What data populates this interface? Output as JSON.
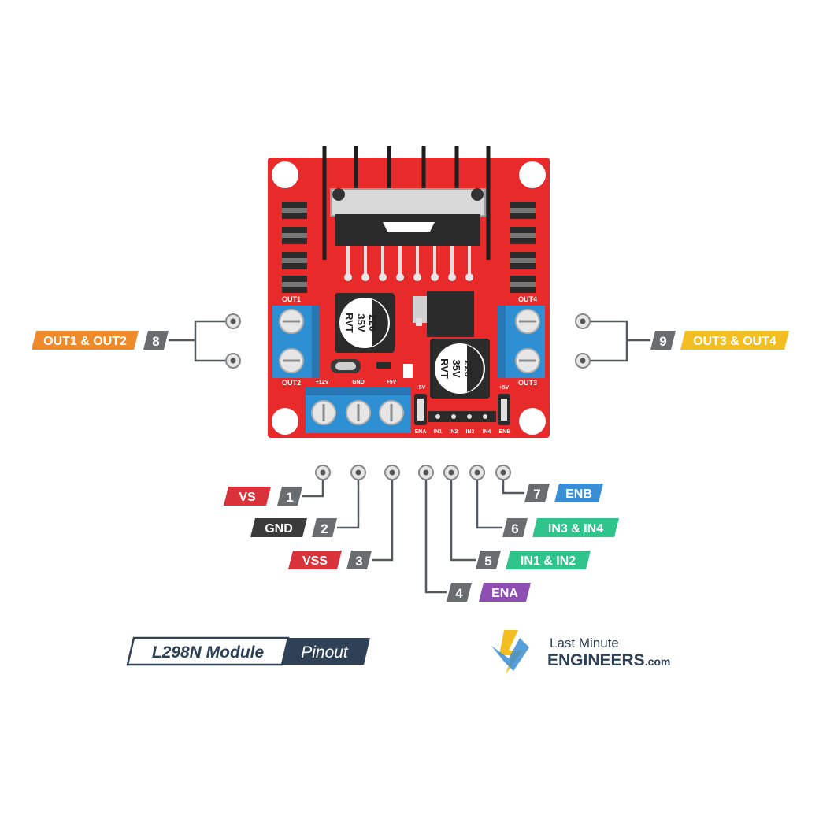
{
  "colors": {
    "board": "#e82a2a",
    "terminal": "#2f8fd3",
    "tag": "#6a6d70",
    "orange": "#ef8a2a",
    "yellow": "#f2be22",
    "red": "#d9323a",
    "black": "#3b3b3b",
    "purple": "#8e4fb2",
    "blue": "#3a8ed6",
    "green": "#2ec48b",
    "navy": "#2e4156"
  },
  "board": {
    "silk": {
      "out1": "OUT1",
      "out2": "OUT2",
      "out3": "OUT3",
      "out4": "OUT4",
      "v12": "+12V",
      "gnd": "GND",
      "v5": "+5V",
      "ena_5v": "+5V",
      "enb_5v": "+5V",
      "ena": "ENA",
      "in1": "IN1",
      "in2": "IN2",
      "in3": "IN3",
      "in4": "IN4",
      "enb": "ENB"
    },
    "capacitor": {
      "line1": "220",
      "line2": "35V",
      "line3": "RVT"
    }
  },
  "pins": [
    {
      "num": "1",
      "label": "VS",
      "color": "red"
    },
    {
      "num": "2",
      "label": "GND",
      "color": "black"
    },
    {
      "num": "3",
      "label": "VSS",
      "color": "red"
    },
    {
      "num": "4",
      "label": "ENA",
      "color": "purple"
    },
    {
      "num": "5",
      "label": "IN1 & IN2",
      "color": "green"
    },
    {
      "num": "6",
      "label": "IN3 & IN4",
      "color": "green"
    },
    {
      "num": "7",
      "label": "ENB",
      "color": "blue"
    },
    {
      "num": "8",
      "label": "OUT1 & OUT2",
      "color": "orange"
    },
    {
      "num": "9",
      "label": "OUT3 & OUT4",
      "color": "yellow"
    }
  ],
  "title": {
    "part1": "L298N Module",
    "part2": "Pinout"
  },
  "brand": {
    "line1": "Last Minute",
    "line2": "ENGINEERS",
    "suffix": ".com"
  }
}
